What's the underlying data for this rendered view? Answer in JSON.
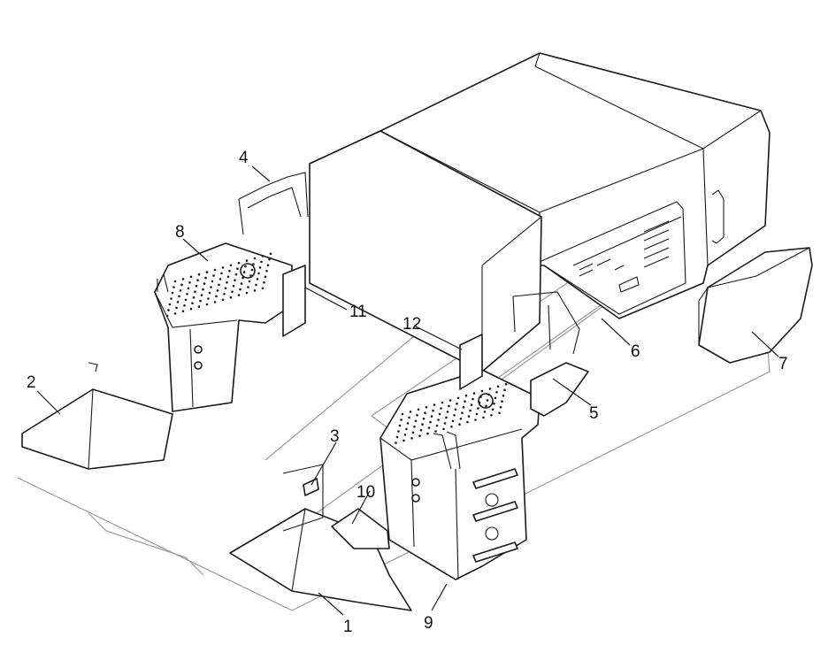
{
  "diagram": {
    "callouts": [
      {
        "id": "1",
        "label": "1"
      },
      {
        "id": "2",
        "label": "2"
      },
      {
        "id": "3",
        "label": "3"
      },
      {
        "id": "4",
        "label": "4"
      },
      {
        "id": "5",
        "label": "5"
      },
      {
        "id": "6",
        "label": "6"
      },
      {
        "id": "7",
        "label": "7"
      },
      {
        "id": "8",
        "label": "8"
      },
      {
        "id": "9",
        "label": "9"
      },
      {
        "id": "10",
        "label": "10"
      },
      {
        "id": "11",
        "label": "11"
      },
      {
        "id": "12",
        "label": "12"
      }
    ],
    "colors": {
      "line": "#1a1a1a",
      "ghost": "#9a9a9a",
      "background": "#ffffff"
    }
  }
}
